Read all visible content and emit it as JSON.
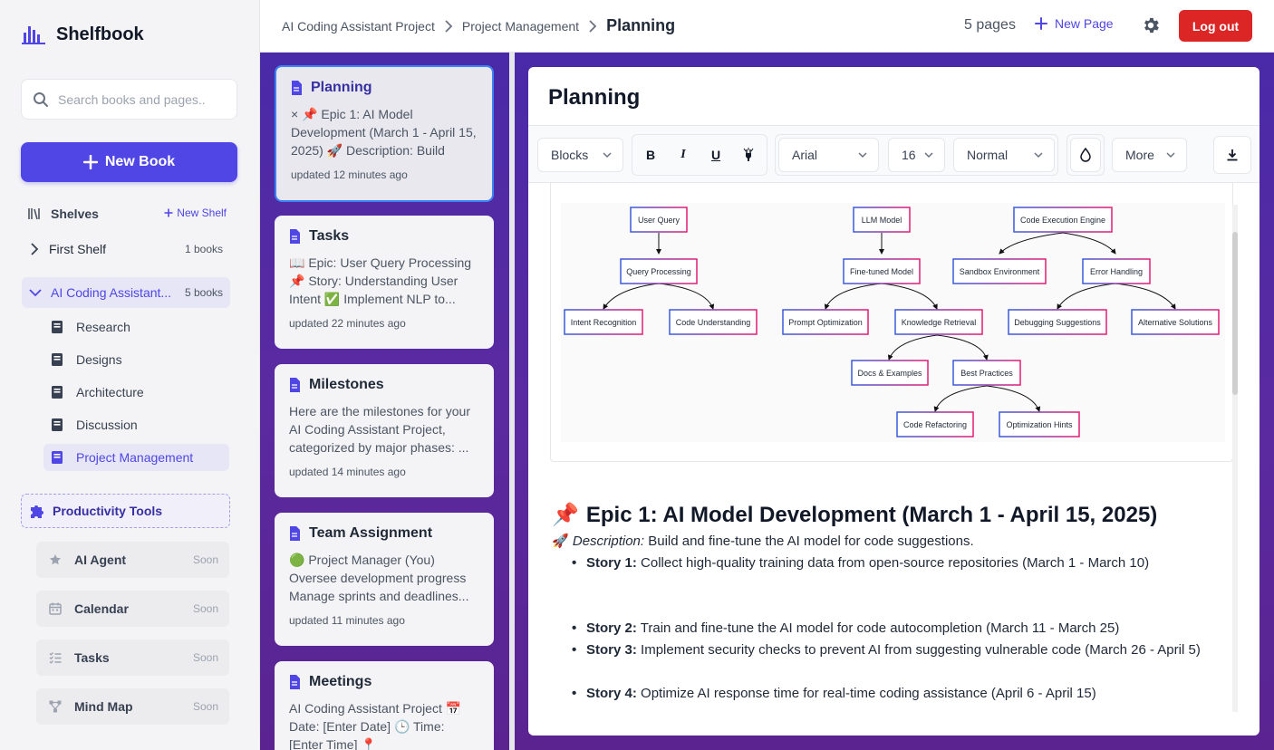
{
  "app": {
    "name": "Shelfbook"
  },
  "search": {
    "placeholder": "Search books and pages.."
  },
  "sidebar": {
    "new_book_label": "New Book",
    "shelves_title": "Shelves",
    "new_shelf_label": "New Shelf",
    "shelves": [
      {
        "label": "First Shelf",
        "count": "1 books"
      },
      {
        "label": "AI Coding Assistant...",
        "count": "5 books"
      }
    ],
    "books": [
      {
        "label": "Research"
      },
      {
        "label": "Designs"
      },
      {
        "label": "Architecture"
      },
      {
        "label": "Discussion"
      },
      {
        "label": "Project Management"
      }
    ],
    "productivity_title": "Productivity Tools",
    "tools": [
      {
        "label": "AI Agent",
        "badge": "Soon"
      },
      {
        "label": "Calendar",
        "badge": "Soon"
      },
      {
        "label": "Tasks",
        "badge": "Soon"
      },
      {
        "label": "Mind Map",
        "badge": "Soon"
      }
    ]
  },
  "header": {
    "breadcrumb": [
      "AI Coding Assistant Project",
      "Project Management",
      "Planning"
    ],
    "pages_count": "5 pages",
    "new_page_label": "New Page",
    "logout_label": "Log out"
  },
  "pages": [
    {
      "title": "Planning",
      "excerpt": "× 📌 Epic 1: AI Model Development (March 1 - April 15, 2025) 🚀 Description: Build and...",
      "updated": "updated 12 minutes ago"
    },
    {
      "title": "Tasks",
      "excerpt": "📖 Epic: User Query Processing 📌 Story: Understanding User Intent ✅ Implement NLP to...",
      "updated": "updated 22 minutes ago"
    },
    {
      "title": "Milestones",
      "excerpt": "Here are the milestones for your AI Coding Assistant Project, categorized by major phases: ...",
      "updated": "updated 14 minutes ago"
    },
    {
      "title": "Team Assignment",
      "excerpt": "🟢 Project Manager (You) Oversee development progress Manage sprints and deadlines...",
      "updated": "updated 11 minutes ago"
    },
    {
      "title": "Meetings",
      "excerpt": "AI Coding Assistant Project 📅 Date: [Enter Date] 🕒 Time: [Enter Time] 📍 Location/Platform:",
      "updated": ""
    }
  ],
  "editor": {
    "title": "Planning",
    "toolbar": {
      "blocks": "Blocks",
      "bold": "B",
      "italic": "I",
      "underline": "U",
      "font": "Arial",
      "size": "16",
      "style": "Normal",
      "more": "More"
    },
    "diagram": {
      "nodes": [
        "User Query",
        "LLM Model",
        "Code Execution Engine",
        "Query Processing",
        "Fine-tuned Model",
        "Sandbox Environment",
        "Error Handling",
        "Intent Recognition",
        "Code Understanding",
        "Prompt Optimization",
        "Knowledge Retrieval",
        "Debugging Suggestions",
        "Alternative Solutions",
        "Docs & Examples",
        "Best Practices",
        "Code Refactoring",
        "Optimization Hints"
      ]
    },
    "epic": {
      "icon": "📌",
      "title": "Epic 1: AI Model Development (March 1 - April 15, 2025)",
      "desc_icon": "🚀",
      "desc_label": "Description:",
      "desc_text": " Build and fine-tune the AI model for code suggestions.",
      "stories": [
        {
          "label": "Story 1:",
          "text": " Collect high-quality training data from open-source repositories (March 1 - March 10)"
        },
        {
          "label": "Story 2:",
          "text": " Train and fine-tune the AI model for code autocompletion (March 11 - March 25)"
        },
        {
          "label": "Story 3:",
          "text": " Implement security checks to prevent AI from suggesting vulnerable code (March 26 - April 5)"
        },
        {
          "label": "Story 4:",
          "text": " Optimize AI response time for real-time coding assistance (April 6 - April 15)"
        }
      ]
    }
  },
  "colors": {
    "accent": "#4f46e5",
    "danger": "#dc2626",
    "node_border_blue": "#3b5bdb",
    "node_border_pink": "#e11d74"
  }
}
